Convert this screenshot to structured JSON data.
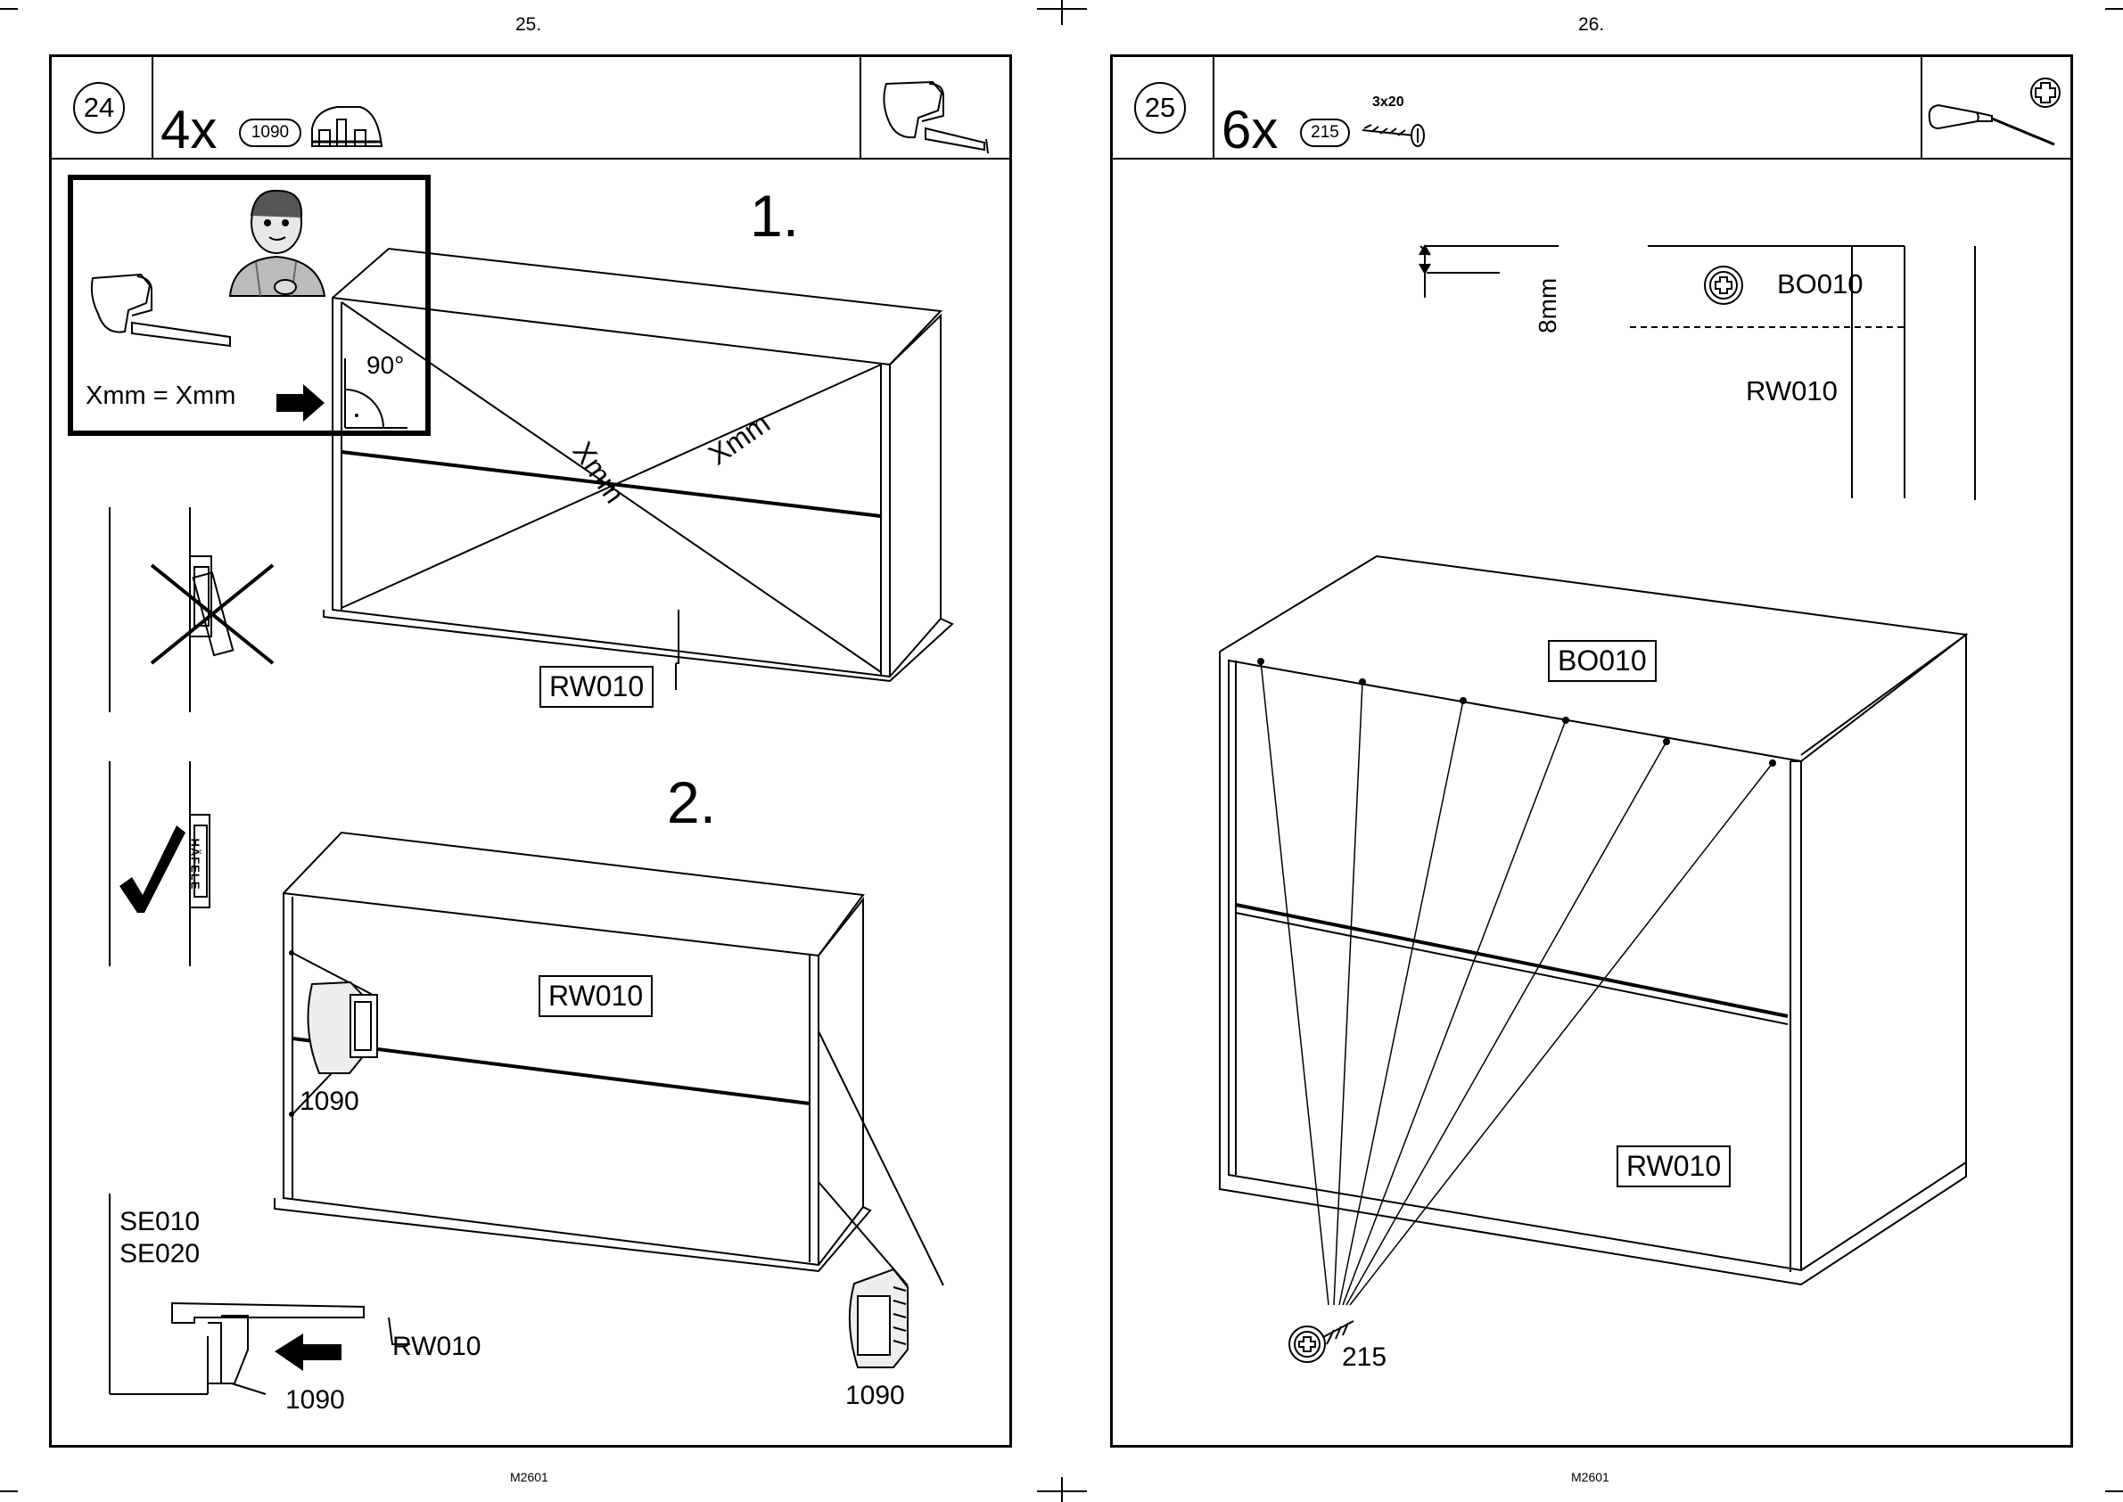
{
  "left_page": {
    "page_number": "25.",
    "footer_code": "M2601",
    "step_number": "24",
    "quantity": "4x",
    "part_id": "1090",
    "instruction_box": {
      "equation": "Xmm = Xmm",
      "angle": "90°"
    },
    "substep_1": {
      "title": "1.",
      "diag_label_a": "Xmm",
      "diag_label_b": "Xmm",
      "part_label": "RW010"
    },
    "substep_2": {
      "title": "2.",
      "part_label": "RW010",
      "fitting_left_label": "1090",
      "fitting_right_label": "1090"
    },
    "hafele_text": "HÄFELE",
    "detail": {
      "label_line1": "SE010",
      "label_line2": "SE020",
      "arrow_label": "RW010",
      "fitting_label": "1090"
    }
  },
  "right_page": {
    "page_number": "26.",
    "footer_code": "M2601",
    "step_number": "25",
    "quantity": "6x",
    "part_id": "215",
    "screw_size": "3x20",
    "detail": {
      "dimension": "8mm",
      "top_label": "BO010",
      "side_label": "RW010"
    },
    "main": {
      "top_label": "BO010",
      "front_label": "RW010",
      "screw_label": "215"
    }
  }
}
